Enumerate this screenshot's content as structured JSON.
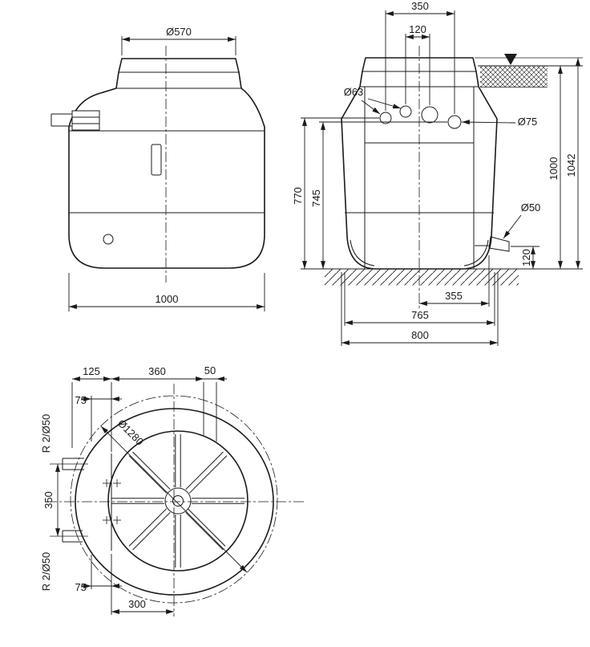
{
  "colors": {
    "line": "#1a1a1a",
    "background": "#ffffff"
  },
  "side_view": {
    "lid_diameter": "Ø570",
    "overall_width": "1000"
  },
  "front_view": {
    "hole_span": "350",
    "hole_pitch": "120",
    "hole_small": "Ø63",
    "hole_large": "Ø75",
    "inlet_height_a": "770",
    "inlet_height_b": "745",
    "install_depth": "1000",
    "total_height": "1042",
    "outlet_diameter": "Ø50",
    "outlet_height": "120",
    "outlet_offset": "355",
    "base_width": "765",
    "overall_width": "800"
  },
  "plan_view": {
    "offset_left": "125",
    "lid_offset": "360",
    "offset_right": "50",
    "conn_offset_top": "75",
    "conn_label_upper": "R 2/Ø50",
    "conn_spacing": "350",
    "conn_label_lower": "R 2/Ø50",
    "conn_offset_bottom": "75",
    "conn_length": "300",
    "pit_diameter": "Ø1280"
  }
}
